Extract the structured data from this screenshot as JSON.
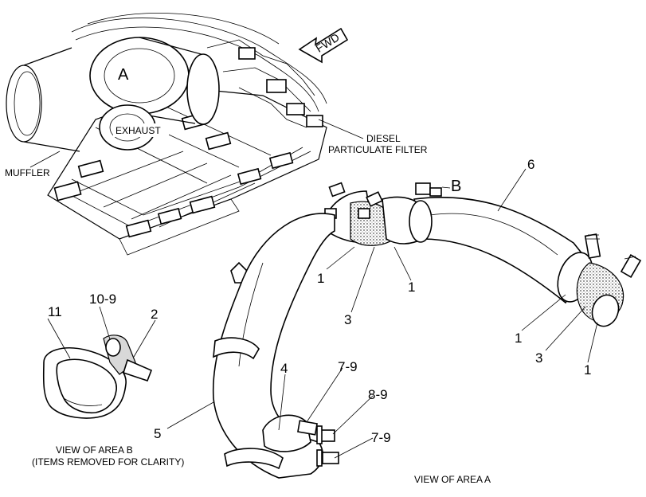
{
  "overview": {
    "area_a": "A",
    "exhaust": "EXHAUST",
    "muffler": "MUFFLER",
    "dpf_line1": "DIESEL",
    "dpf_line2": "PARTICULATE FILTER",
    "fwd": "FWD",
    "area_b": "B"
  },
  "callouts": {
    "c1a": "1",
    "c1b": "1",
    "c1c": "1",
    "c1d": "1",
    "c3a": "3",
    "c3b": "3",
    "c6": "6",
    "c5": "5",
    "c4": "4",
    "c7a": "7-9",
    "c7b": "7-9",
    "c8": "8-9",
    "c10": "10-9",
    "c11": "11",
    "c2": "2"
  },
  "captions": {
    "view_b_line1": "VIEW OF AREA B",
    "view_b_line2": "(ITEMS REMOVED FOR CLARITY)",
    "view_a": "VIEW OF AREA A"
  }
}
